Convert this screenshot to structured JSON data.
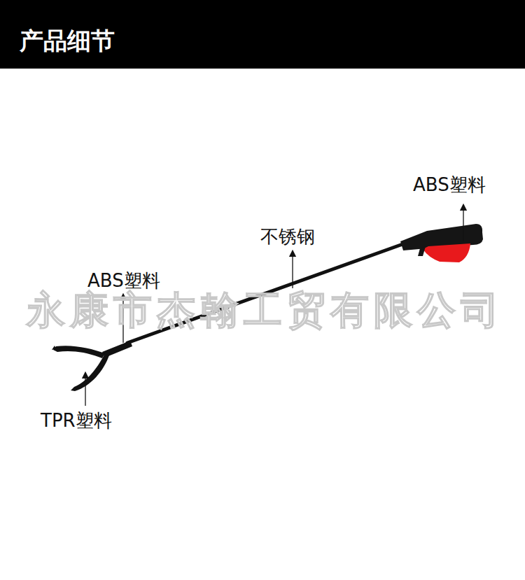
{
  "diagram": {
    "title": "产品细节",
    "labels": [
      "ABS塑料",
      "不锈钢",
      "ABS塑料",
      "TPR塑料",
      "永康市杰翰工贸有限公司"
    ]
  }
}
